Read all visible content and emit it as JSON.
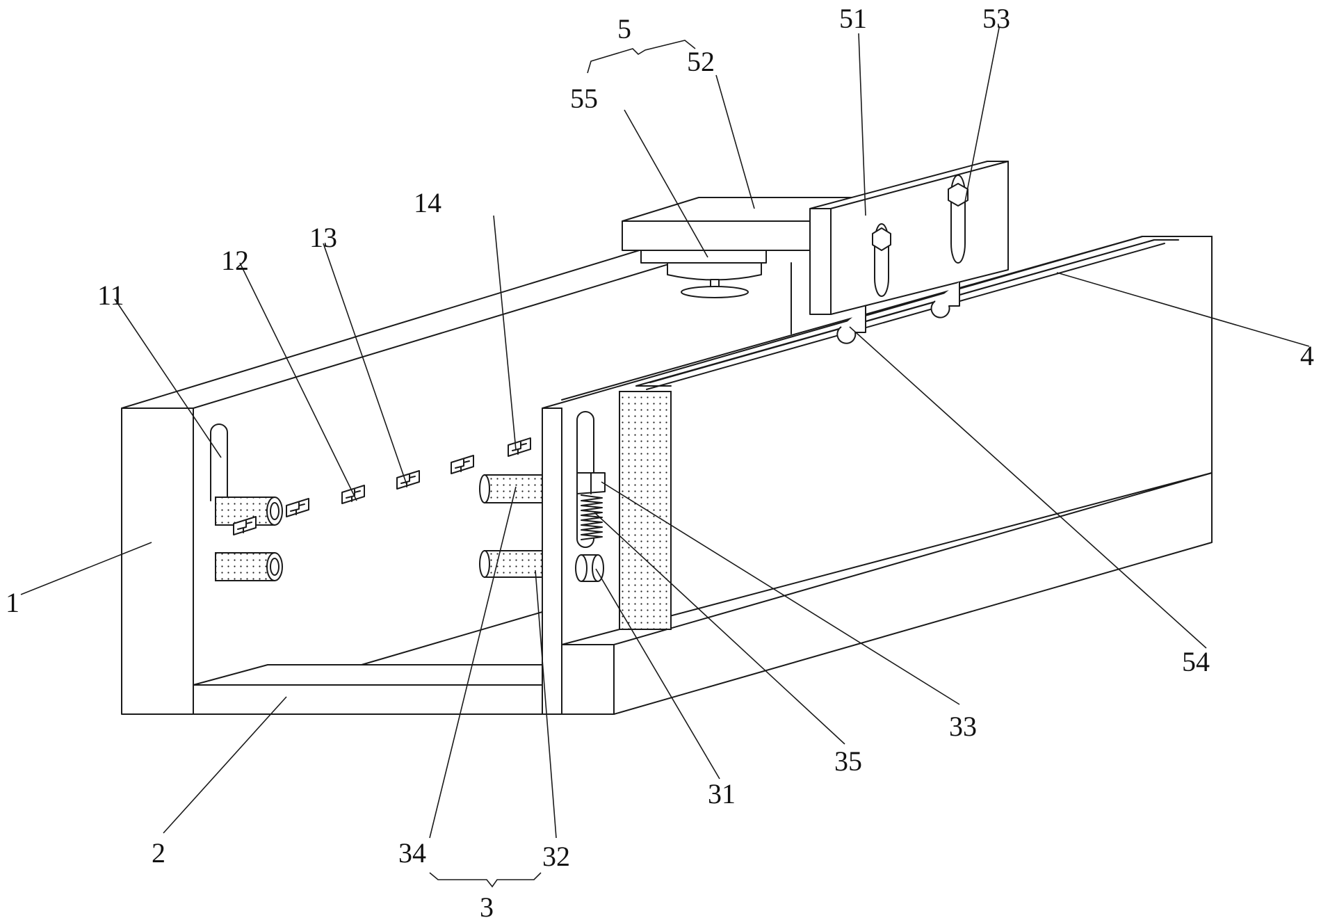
{
  "figure": {
    "type": "patent mechanical drawing (isometric)",
    "line_color": "#1a1a1a",
    "background": "#ffffff"
  },
  "labels": {
    "l1": "1",
    "l11": "11",
    "l12": "12",
    "l13": "13",
    "l14": "14",
    "l2": "2",
    "l3": "3",
    "l31": "31",
    "l32": "32",
    "l33": "33",
    "l34": "34",
    "l35": "35",
    "l4": "4",
    "l5": "5",
    "l51": "51",
    "l52": "52",
    "l53": "53",
    "l54": "54",
    "l55": "55"
  },
  "components": [
    {
      "ref": "1",
      "name": "main body / frame"
    },
    {
      "ref": "11",
      "name": "slot"
    },
    {
      "ref": "12",
      "name": "hinge"
    },
    {
      "ref": "13",
      "name": "hinge"
    },
    {
      "ref": "14",
      "name": "hinge"
    },
    {
      "ref": "2",
      "name": "base plate"
    },
    {
      "ref": "3",
      "name": "clamping assembly",
      "parts": [
        "34",
        "32"
      ]
    },
    {
      "ref": "31",
      "name": "pin"
    },
    {
      "ref": "32",
      "name": "roller"
    },
    {
      "ref": "33",
      "name": "slider block"
    },
    {
      "ref": "34",
      "name": "roller"
    },
    {
      "ref": "35",
      "name": "spring"
    },
    {
      "ref": "4",
      "name": "guide rail"
    },
    {
      "ref": "5",
      "name": "carriage assembly",
      "parts": [
        "55",
        "52"
      ]
    },
    {
      "ref": "51",
      "name": "mounting plate"
    },
    {
      "ref": "52",
      "name": "top arm"
    },
    {
      "ref": "53",
      "name": "bolt / nut"
    },
    {
      "ref": "54",
      "name": "rail hook"
    },
    {
      "ref": "55",
      "name": "rotary head"
    }
  ]
}
